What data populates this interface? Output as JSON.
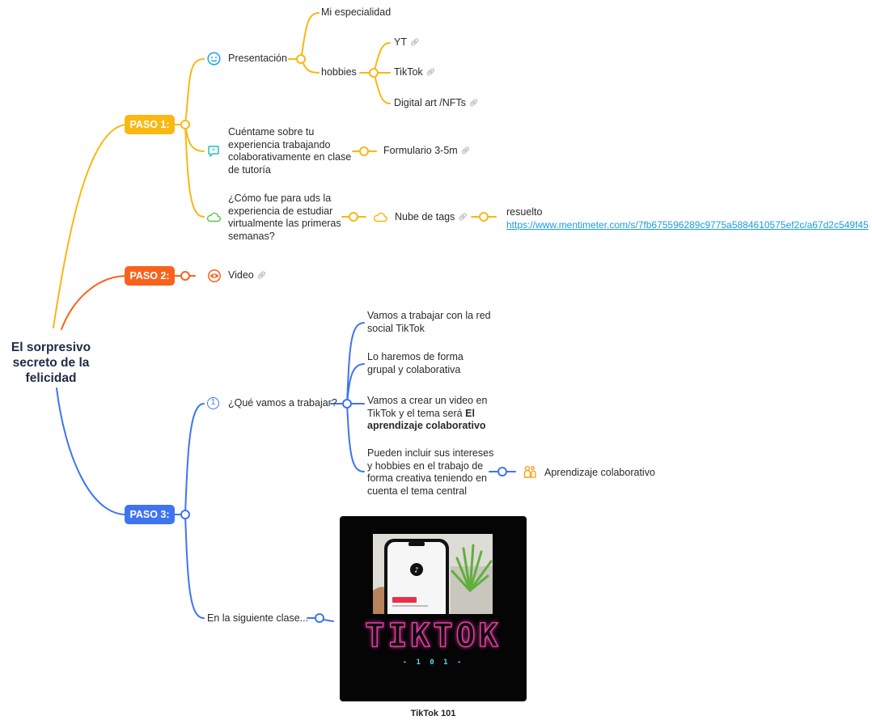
{
  "root": {
    "title": "El sorpresivo secreto de la felicidad"
  },
  "paso1": {
    "label": "PASO 1:",
    "presentacion": {
      "label": "Presentación",
      "especialidad": "Mi especialidad",
      "hobbies": "hobbies",
      "hobby_items": [
        "YT",
        "TikTok",
        "Digital art /NFTs"
      ]
    },
    "experiencia": {
      "lines": [
        "Cuéntame sobre tu",
        "experiencia trabajando",
        "colaborativamente en clase",
        "de tutoría"
      ],
      "formulario": "Formulario 3-5m"
    },
    "como_fue": {
      "lines": [
        "¿Cómo fue para uds la",
        "experiencia de estudiar",
        "virtualmente las primeras",
        "semanas?"
      ],
      "nube": "Nube de tags",
      "resuelto": "resuelto",
      "url": "https://www.mentimeter.com/s/7fb675596289c9775a5884610575ef2c/a67d2c549f45"
    }
  },
  "paso2": {
    "label": "PASO 2:",
    "video": "Video"
  },
  "paso3": {
    "label": "PASO 3:",
    "que_vamos": {
      "label": "¿Qué vamos a trabajar?",
      "number": "1",
      "item1": [
        "Vamos a trabajar con la red",
        "social TikTok"
      ],
      "item2": [
        "Lo haremos de forma",
        "grupal y colaborativa"
      ],
      "item3_line1": "Vamos a crear un video en",
      "item3_line2_a": "TikTok y el tema será ",
      "item3_line2_b": "El",
      "item3_line3": "aprendizaje colaborativo",
      "item4": [
        "Pueden incluir sus intereses",
        "y hobbies en el trabajo de",
        "forma creativa teniendo en",
        "cuenta el tema central"
      ],
      "aprendizaje": "Aprendizaje colaborativo"
    },
    "siguiente": {
      "label": "En la siguiente clase...",
      "image_title": "TIKTOK",
      "image_sub": "- 1 0 1 -",
      "caption": "TikTok 101"
    }
  },
  "colors": {
    "yellow": "#f9b812",
    "orange": "#f7631d",
    "blue": "#3f74f0",
    "link": "#1a9be0"
  },
  "icons": {
    "presentacion": "smiley-face-icon",
    "experiencia": "quote-bubble-icon",
    "como_fue": "cloud-icon",
    "nube": "cloud-icon",
    "video": "eye-icon",
    "que_vamos": "number-one-circle-icon",
    "aprendizaje": "group-people-icon",
    "link": "link-icon"
  }
}
